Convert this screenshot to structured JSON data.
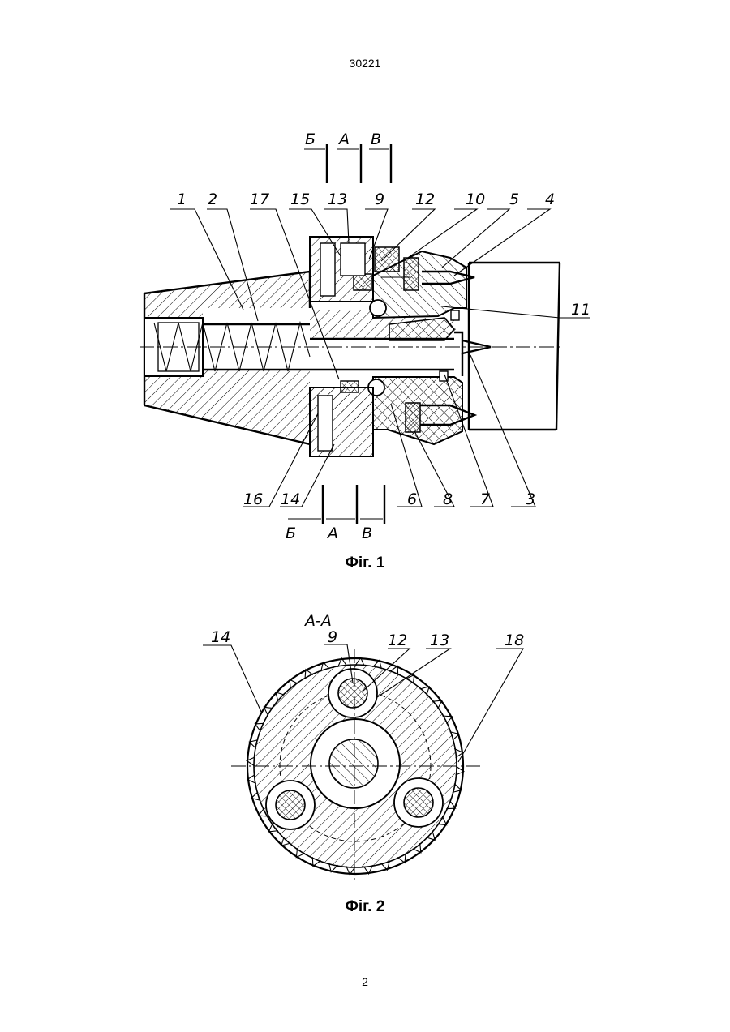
{
  "header": {
    "patent_number": "30221"
  },
  "figure1": {
    "caption": "Фіг. 1",
    "section_marks_top": [
      "Б",
      "А",
      "В"
    ],
    "section_marks_bottom": [
      "Б",
      "А",
      "В"
    ],
    "labels": [
      "1",
      "2",
      "17",
      "15",
      "13",
      "9",
      "12",
      "10",
      "5",
      "4",
      "11",
      "16",
      "14",
      "6",
      "8",
      "7",
      "3"
    ]
  },
  "figure2": {
    "caption": "Фіг. 2",
    "section_title": "А-А",
    "labels": [
      "14",
      "9",
      "12",
      "13",
      "18"
    ]
  },
  "footer": {
    "page_number": "2"
  }
}
